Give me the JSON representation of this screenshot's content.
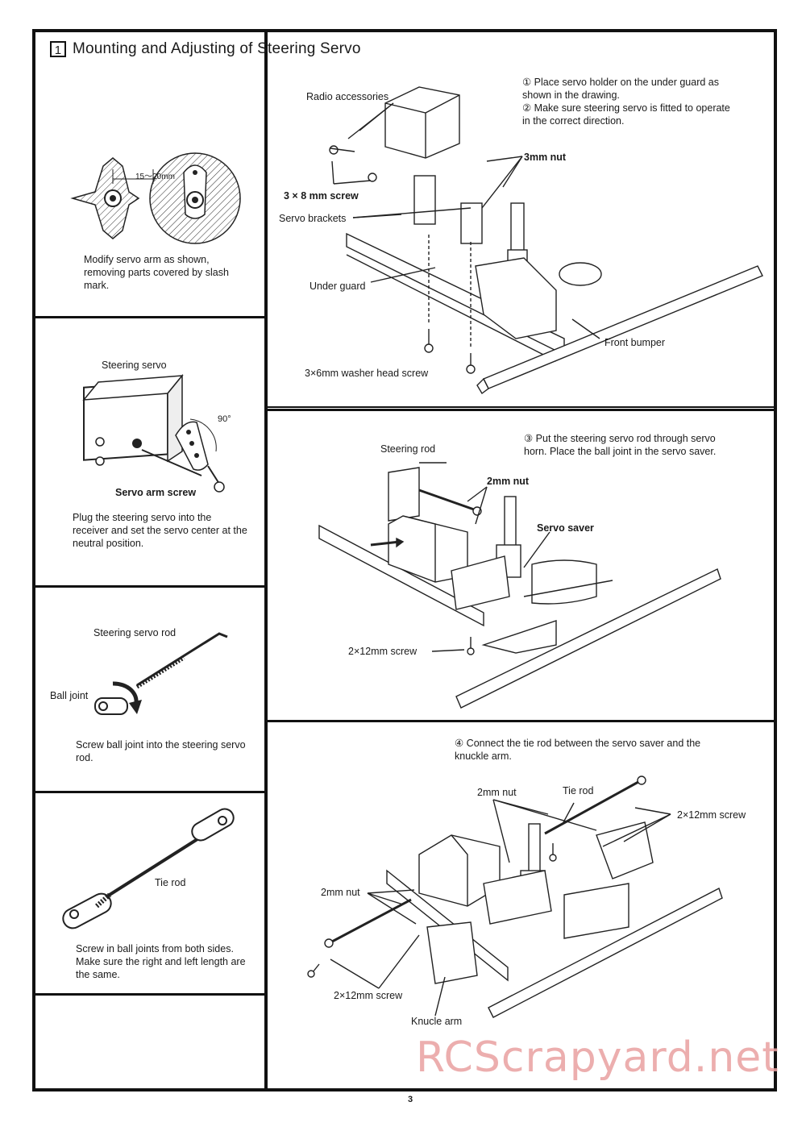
{
  "header": {
    "step_number": "1",
    "title": "Mounting and Adjusting of Steering Servo"
  },
  "panel_servo_arm": {
    "dimension": "15～20mm",
    "caption": "Modify servo arm as shown, removing parts covered by slash mark."
  },
  "panel_mounting": {
    "instructions": [
      "① Place servo holder on the under guard as shown in the drawing.",
      "② Make sure steering servo is fitted to operate in the correct direction."
    ],
    "labels": {
      "radio_accessories": "Radio accessories",
      "nut_3mm": "3mm nut",
      "screw_3x8": "3 × 8 mm screw",
      "servo_brackets": "Servo brackets",
      "under_guard": "Under guard",
      "front_bumper": "Front bumper",
      "washer_screw": "3×6mm washer head screw"
    }
  },
  "panel_steering_servo": {
    "title": "Steering servo",
    "angle": "90°",
    "arm_screw": "Servo arm screw",
    "caption": "Plug the steering servo into the receiver and set the servo center at the neutral position."
  },
  "panel_servo_rod": {
    "instruction": "③ Put the steering servo rod through servo horn. Place the ball joint in the servo saver.",
    "labels": {
      "steering_rod": "Steering rod",
      "nut_2mm": "2mm nut",
      "servo_saver": "Servo saver",
      "screw_2x12": "2×12mm screw"
    }
  },
  "panel_ball_joint": {
    "title": "Steering servo rod",
    "ball_joint": "Ball joint",
    "caption": "Screw ball joint into the steering servo rod."
  },
  "panel_tie_rod_detail": {
    "title": "Tie rod",
    "caption": "Screw in ball joints from both sides. Make sure the right and left length are the same."
  },
  "panel_tie_rod": {
    "instruction": "④ Connect the tie rod between the servo saver and the knuckle arm.",
    "labels": {
      "nut_2mm_top": "2mm nut",
      "tie_rod": "Tie rod",
      "screw_2x12_right": "2×12mm screw",
      "nut_2mm_left": "2mm nut",
      "screw_2x12_bottom": "2×12mm screw",
      "knuckle_arm": "Knucle arm"
    }
  },
  "footer": {
    "page_number": "3",
    "watermark": "RCScrapyard.net"
  }
}
